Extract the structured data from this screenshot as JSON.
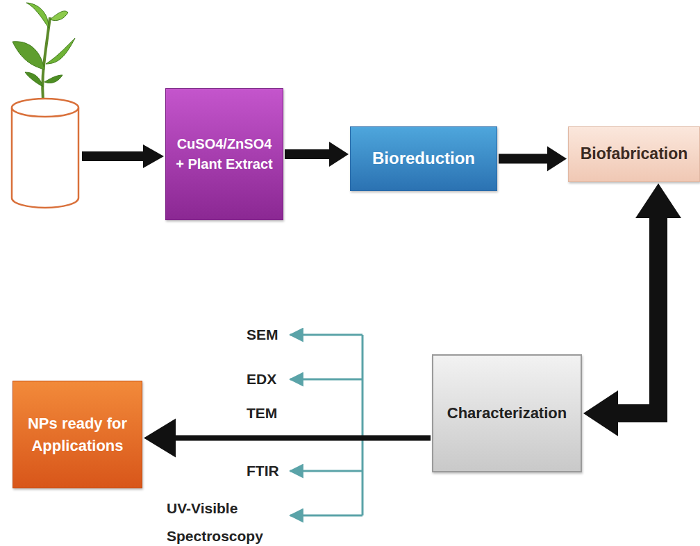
{
  "diagram": {
    "nodes": [
      {
        "text": [
          "CuSO4/ZnSO4 + Plant Extract"
        ]
      },
      {
        "text": [
          "Bioreduction"
        ]
      },
      {
        "text": [
          "Biofabrication"
        ]
      },
      {
        "text": [
          "Characterization"
        ]
      },
      {
        "text": [
          "NPs ready for Applications"
        ]
      }
    ],
    "edges": [
      {
        "from": 0,
        "to": 1,
        "arrow": "to"
      },
      {
        "from": 1,
        "to": 2,
        "arrow": "to"
      },
      {
        "from": 2,
        "to": 3,
        "arrow": "both"
      },
      {
        "from": 3,
        "to": 4,
        "arrow": "to"
      }
    ],
    "labels": [
      "SEM",
      "EDX",
      "TEM",
      "FTIR",
      "UV-Visible Spectroscopy"
    ]
  }
}
